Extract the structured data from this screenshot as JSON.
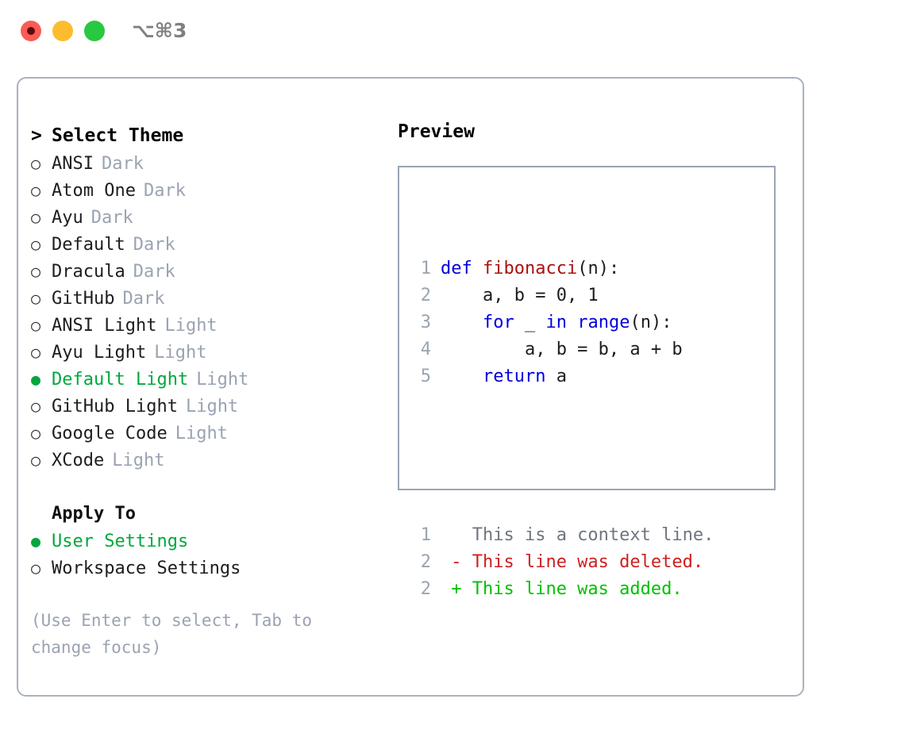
{
  "titlebar": {
    "shortcut": "⌥⌘3",
    "buttons": [
      {
        "name": "close",
        "color": "#fa5c55"
      },
      {
        "name": "minimize",
        "color": "#fdbc2e"
      },
      {
        "name": "maximize",
        "color": "#28c840"
      }
    ]
  },
  "theme_picker": {
    "header": "Select Theme",
    "caret": ">",
    "marker_unselected": "○",
    "marker_selected": "●",
    "items": [
      {
        "label": "ANSI",
        "badge": "Dark",
        "selected": false
      },
      {
        "label": "Atom One",
        "badge": "Dark",
        "selected": false
      },
      {
        "label": "Ayu",
        "badge": "Dark",
        "selected": false
      },
      {
        "label": "Default",
        "badge": "Dark",
        "selected": false
      },
      {
        "label": "Dracula",
        "badge": "Dark",
        "selected": false
      },
      {
        "label": "GitHub",
        "badge": "Dark",
        "selected": false
      },
      {
        "label": "ANSI Light",
        "badge": "Light",
        "selected": false
      },
      {
        "label": "Ayu Light",
        "badge": "Light",
        "selected": false
      },
      {
        "label": "Default Light",
        "badge": "Light",
        "selected": true
      },
      {
        "label": "GitHub Light",
        "badge": "Light",
        "selected": false
      },
      {
        "label": "Google Code",
        "badge": "Light",
        "selected": false
      },
      {
        "label": "XCode",
        "badge": "Light",
        "selected": false
      }
    ]
  },
  "apply_to": {
    "heading": "Apply To",
    "items": [
      {
        "label": "User Settings",
        "selected": true
      },
      {
        "label": "Workspace Settings",
        "selected": false
      }
    ]
  },
  "hint": {
    "line1": "(Use Enter to select, Tab to",
    "line2": "change focus)"
  },
  "preview": {
    "title": "Preview",
    "code_lines": [
      {
        "num": "1",
        "tokens": [
          {
            "t": "def",
            "c": "kw"
          },
          {
            "t": " ",
            "c": "plain"
          },
          {
            "t": "fibonacci",
            "c": "fn"
          },
          {
            "t": "(n):",
            "c": "plain"
          }
        ]
      },
      {
        "num": "2",
        "tokens": [
          {
            "t": "    a, b = 0, 1",
            "c": "plain"
          }
        ]
      },
      {
        "num": "3",
        "tokens": [
          {
            "t": "    ",
            "c": "plain"
          },
          {
            "t": "for",
            "c": "kw"
          },
          {
            "t": " _ ",
            "c": "plain"
          },
          {
            "t": "in",
            "c": "kw"
          },
          {
            "t": " ",
            "c": "plain"
          },
          {
            "t": "range",
            "c": "kw"
          },
          {
            "t": "(n):",
            "c": "plain"
          }
        ]
      },
      {
        "num": "4",
        "tokens": [
          {
            "t": "        a, b = b, a + b",
            "c": "plain"
          }
        ]
      },
      {
        "num": "5",
        "tokens": [
          {
            "t": "    ",
            "c": "plain"
          },
          {
            "t": "return",
            "c": "kw"
          },
          {
            "t": " a",
            "c": "plain"
          }
        ]
      }
    ],
    "diff_lines": [
      {
        "num": "1",
        "tokens": [
          {
            "t": "   This is a context line.",
            "c": "ctx"
          }
        ]
      },
      {
        "num": "2",
        "tokens": [
          {
            "t": " - This line was deleted.",
            "c": "del"
          }
        ]
      },
      {
        "num": "2",
        "tokens": [
          {
            "t": " + This line was added.",
            "c": "add"
          }
        ]
      }
    ]
  },
  "colors": {
    "accent_green": "#00a83c",
    "diff_add": "#00c000",
    "diff_delete": "#cc2020",
    "keyword_blue": "#0000dd",
    "function_red": "#aa1111",
    "muted_gray": "#9aa3b2",
    "border_gray": "#aab2bf"
  }
}
